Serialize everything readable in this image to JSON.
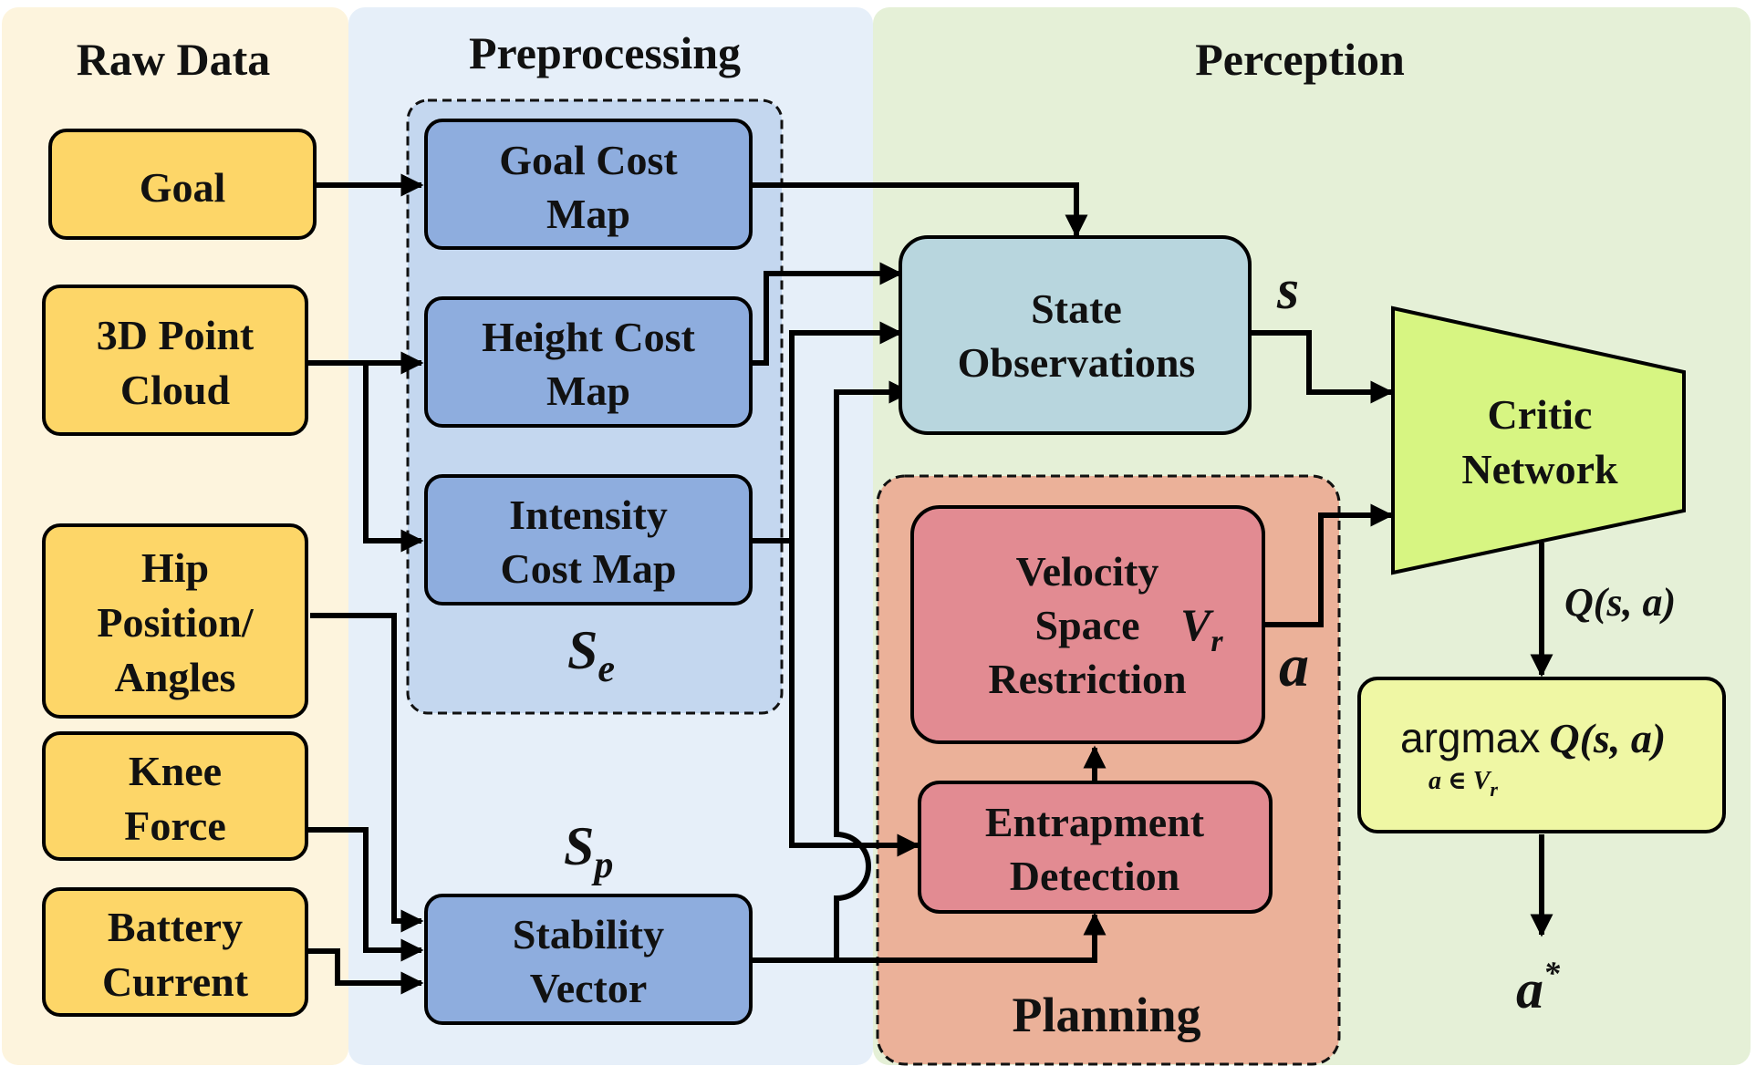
{
  "sections": {
    "raw": "Raw Data",
    "pre": "Preprocessing",
    "perc": "Perception",
    "plan": "Planning"
  },
  "raw_inputs": {
    "goal": [
      "Goal"
    ],
    "point_cloud": [
      "3D Point",
      "Cloud"
    ],
    "hip": [
      "Hip",
      "Position/",
      "Angles"
    ],
    "knee": [
      "Knee",
      "Force"
    ],
    "battery": [
      "Battery",
      "Current"
    ]
  },
  "preprocessing": {
    "goal_cost": [
      "Goal Cost",
      "Map"
    ],
    "height_cost": [
      "Height Cost",
      "Map"
    ],
    "intensity_cost": [
      "Intensity",
      "Cost Map"
    ],
    "stability": [
      "Stability",
      "Vector"
    ],
    "se_label": "S",
    "se_sub": "e",
    "sp_label": "S",
    "sp_sub": "p"
  },
  "perception": {
    "state_obs": [
      "State",
      "Observations"
    ],
    "s_label": "s",
    "critic": [
      "Critic",
      "Network"
    ],
    "q_label": "Q(s, a)"
  },
  "planning": {
    "velocity": [
      "Velocity",
      "Space",
      "Restriction"
    ],
    "vr_label": "V",
    "vr_sub": "r",
    "a_label": "a",
    "entrapment": [
      "Entrapment",
      "Detection"
    ]
  },
  "output": {
    "argmax_word": "argmax",
    "argmax_q": "Q(s, a)",
    "argmax_sub": "a ∈ V",
    "argmax_sub_r": "r",
    "a_star": "a",
    "a_star_sup": "*"
  },
  "colors": {
    "raw_bg": "#fdf4dd",
    "pre_bg": "#e6eff9",
    "perc_bg": "#e5f0d7",
    "se_group": "#c4d7ef",
    "plan_group": "#ebb199",
    "yellow_box": "#fdd668",
    "blue_box": "#8eadde",
    "state_box": "#b8d6de",
    "red_box": "#e28b92",
    "critic": "#d7f582",
    "argmax_box": "#eff7a4"
  }
}
